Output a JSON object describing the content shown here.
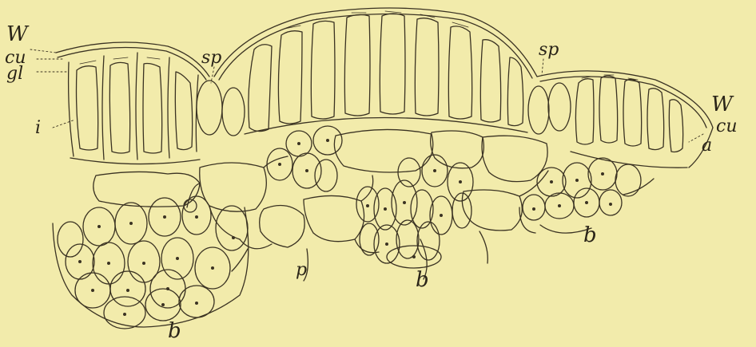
{
  "figure": {
    "background": "#f2ebab",
    "ink": "#3a3222",
    "labels": {
      "W_left": "W",
      "cu_left": "cu",
      "gl_left": "gl",
      "i_left": "i",
      "sp_left": "sp",
      "sp_right": "sp",
      "W_right": "W",
      "cu_right": "cu",
      "a_right": "a",
      "b_bottom_left": "b",
      "p_center": "p",
      "b_center": "b",
      "b_right": "b"
    }
  }
}
